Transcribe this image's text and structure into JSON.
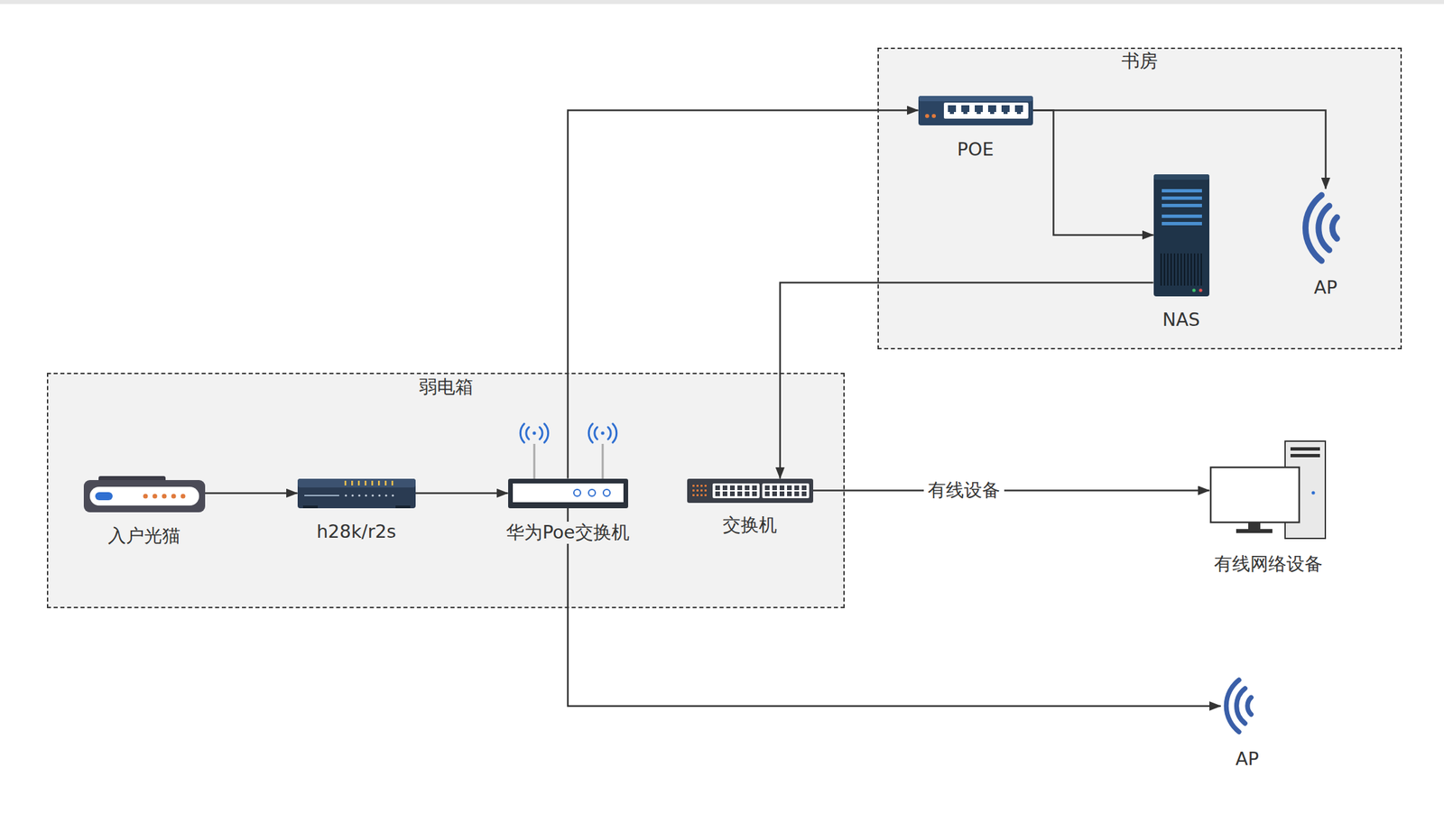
{
  "diagram": {
    "nodes": [
      {
        "text": [
          "书房"
        ]
      },
      {
        "text": [
          "POE"
        ],
        "in": 0
      },
      {
        "text": [
          "NAS"
        ],
        "in": 0
      },
      {
        "text": [
          "AP"
        ],
        "in": 0
      },
      {
        "text": [
          "弱电箱"
        ]
      },
      {
        "text": [
          "入户光猫"
        ],
        "in": 4
      },
      {
        "text": [
          "h28k/r2s"
        ],
        "in": 4
      },
      {
        "text": [
          "华为Poe交换机"
        ],
        "in": 4
      },
      {
        "text": [
          "交换机"
        ],
        "in": 4
      },
      {
        "text": [
          "有线网络设备"
        ]
      },
      {
        "text": [
          "AP"
        ]
      }
    ],
    "edges": [
      {
        "from": 5,
        "to": 6,
        "arrow": "to"
      },
      {
        "from": 6,
        "to": 7,
        "arrow": "to"
      },
      {
        "from": 7,
        "to": 1,
        "arrow": "to"
      },
      {
        "from": 1,
        "to": 3,
        "arrow": "to"
      },
      {
        "from": 1,
        "to": 2,
        "arrow": "to"
      },
      {
        "from": 2,
        "to": 8,
        "arrow": "to"
      },
      {
        "from": 8,
        "to": 9,
        "label": "有线设备",
        "arrow": "to"
      },
      {
        "from": 7,
        "to": 10,
        "arrow": "to"
      }
    ]
  }
}
